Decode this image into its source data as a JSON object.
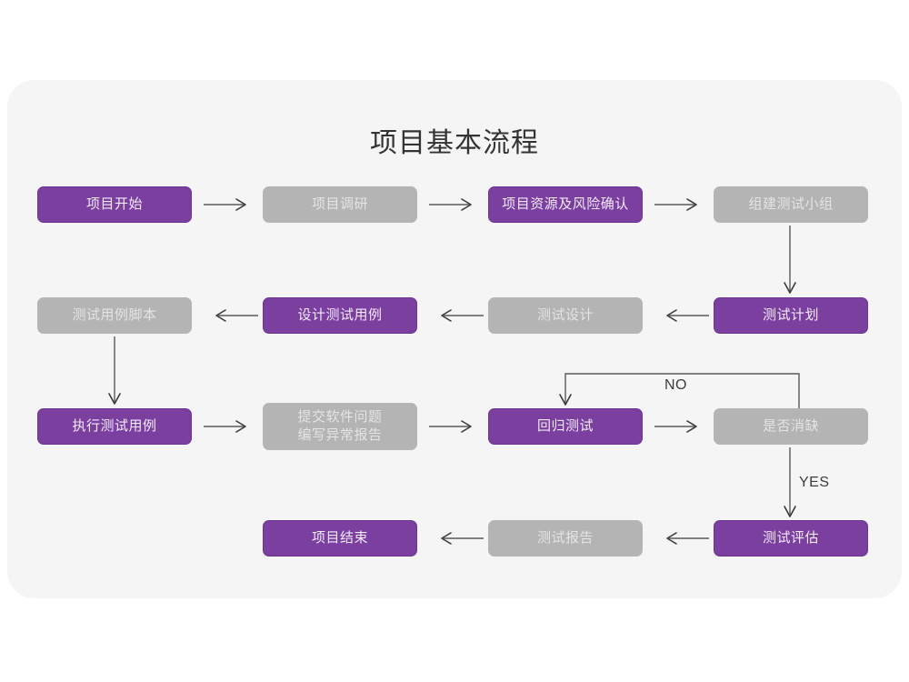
{
  "title": "项目基本流程",
  "colors": {
    "card_background": "#f5f5f5",
    "page_background": "#ffffff",
    "accent_purple": "#7b3fa0",
    "purple_border": "#6b3490",
    "muted_gray": "#b4b4b4",
    "gray_text": "#e4e4e4",
    "purple_text": "#f2eaf7",
    "arrow": "#5a5a5a",
    "title_text": "#333333"
  },
  "nodes": {
    "n1": {
      "label": "项目开始",
      "style": "purple"
    },
    "n2": {
      "label": "项目调研",
      "style": "gray"
    },
    "n3": {
      "label": "项目资源及风险确认",
      "style": "purple"
    },
    "n4": {
      "label": "组建测试小组",
      "style": "gray"
    },
    "n5": {
      "label": "测试计划",
      "style": "purple"
    },
    "n6": {
      "label": "测试设计",
      "style": "gray"
    },
    "n7": {
      "label": "设计测试用例",
      "style": "purple"
    },
    "n8": {
      "label": "测试用例脚本",
      "style": "gray"
    },
    "n9": {
      "label": "执行测试用例",
      "style": "purple"
    },
    "n10": {
      "label": "提交软件问题\n编写异常报告",
      "style": "gray"
    },
    "n11": {
      "label": "回归测试",
      "style": "purple"
    },
    "n12": {
      "label": "是否消缺",
      "style": "gray"
    },
    "n13": {
      "label": "测试评估",
      "style": "purple"
    },
    "n14": {
      "label": "测试报告",
      "style": "gray"
    },
    "n15": {
      "label": "项目结束",
      "style": "purple"
    }
  },
  "edge_labels": {
    "no": "NO",
    "yes": "YES"
  },
  "flow_sequence": [
    "项目开始",
    "项目调研",
    "项目资源及风险确认",
    "组建测试小组",
    "测试计划",
    "测试设计",
    "设计测试用例",
    "测试用例脚本",
    "执行测试用例",
    "提交软件问题 编写异常报告",
    "回归测试",
    "是否消缺",
    "测试评估",
    "测试报告",
    "项目结束"
  ]
}
